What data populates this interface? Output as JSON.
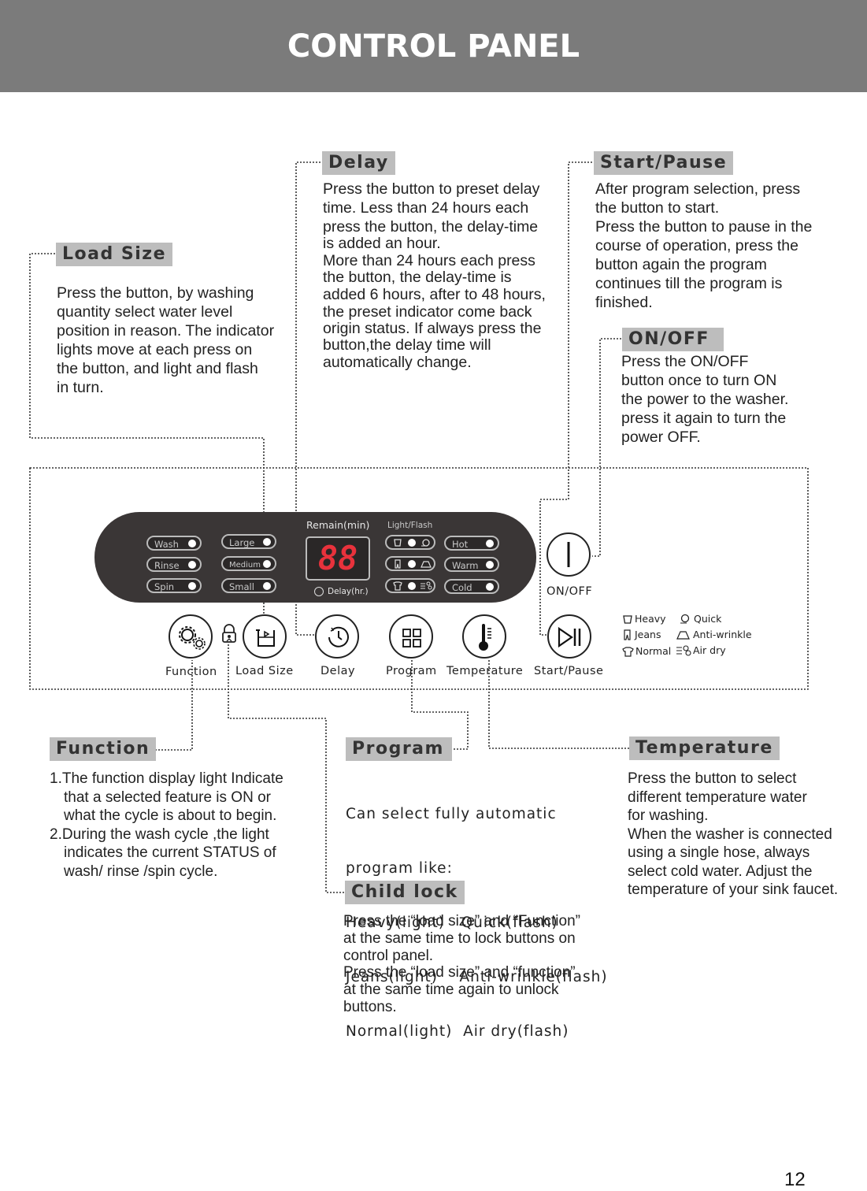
{
  "page": {
    "title": "CONTROL PANEL",
    "page_number": "12"
  },
  "sections": {
    "delay": {
      "title": "Delay",
      "lines": [
        "Press the button to preset delay",
        "time. Less than 24 hours each",
        "press the button, the delay-time",
        "is added an hour.",
        "More than 24 hours each press",
        "the button, the delay-time is",
        "added 6 hours, after to 48 hours,",
        "the preset indicator come back",
        "origin status. If always press the",
        "button,the delay time will",
        "automatically change."
      ]
    },
    "start_pause": {
      "title": "Start/Pause",
      "lines": [
        "After program selection, press",
        "the button to start.",
        "Press the button to pause in the",
        "course of operation, press the",
        "button again the program",
        "continues till the program is",
        "finished."
      ]
    },
    "load_size": {
      "title": "Load Size",
      "lines": [
        "Press the button, by washing",
        "quantity select water level",
        "position in reason. The indicator",
        "lights move at each press on",
        "the button, and light and flash",
        "in turn."
      ]
    },
    "on_off": {
      "title": "ON/OFF",
      "lines": [
        "Press the ON/OFF",
        "button once to turn ON",
        "the power to the washer.",
        "press it again to turn the",
        "power OFF."
      ]
    },
    "function": {
      "title": "Function",
      "items": [
        "1.The function display light Indicate that a selected feature is ON or what the cycle is about to begin.",
        "2.During the wash cycle ,the light indicates the current STATUS of wash/ rinse /spin cycle."
      ]
    },
    "program": {
      "title": "Program",
      "lines": [
        "Can select fully automatic",
        "program like:",
        "Heavy(light)   Quick(flash)",
        "Jeans(light)    Anti-wrinkle(flash)",
        "Normal(light)  Air dry(flash)"
      ]
    },
    "temperature": {
      "title": "Temperature",
      "lines": [
        "Press the button to select",
        "different temperature water",
        "for washing.",
        "When the washer is connected",
        "using a single hose, always",
        "select cold water. Adjust the",
        "temperature of your sink faucet."
      ]
    },
    "child_lock": {
      "title": "Child lock",
      "lines": [
        "Press the “load size” and “Function”",
        "at the same time to lock buttons on",
        "control panel.",
        "Press the “load size” and “function”",
        "at the same time again to unlock",
        "buttons."
      ]
    }
  },
  "panel": {
    "function_lights": [
      "Wash",
      "Rinse",
      "Spin"
    ],
    "load_lights": [
      "Large",
      "Medium",
      "Small"
    ],
    "remain_label": "Remain(min)",
    "light_flash_label": "Light/Flash",
    "display_value": "88",
    "delay_label": "Delay(hr.)",
    "temp_lights": [
      "Hot",
      "Warm",
      "Cold"
    ],
    "onoff_label": "ON/OFF",
    "buttons": [
      "Function",
      "Load Size",
      "Delay",
      "Program",
      "Temperature",
      "Start/Pause"
    ],
    "legend": {
      "heavy": "Heavy",
      "quick": "Quick",
      "jeans": "Jeans",
      "anti_wrinkle": "Anti-wrinkle",
      "normal": "Normal",
      "air_dry": "Air dry"
    }
  }
}
